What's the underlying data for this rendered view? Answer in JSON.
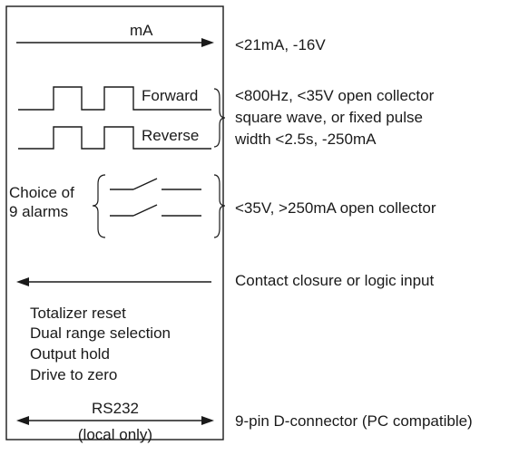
{
  "box": {
    "ma_label": "mA",
    "forward_label": "Forward",
    "reverse_label": "Reverse",
    "alarms_label_line1": "Choice of",
    "alarms_label_line2": "9 alarms",
    "inputs": [
      "Totalizer reset",
      "Dual range selection",
      "Output hold",
      "Drive to zero"
    ],
    "rs232_label": "RS232",
    "rs232_sub": "(local only)"
  },
  "specs": {
    "ma": "<21mA, -16V",
    "pulse_line1": "<800Hz, <35V open collector",
    "pulse_line2": "square wave, or fixed pulse",
    "pulse_line3": "width <2.5s, -250mA",
    "alarms": "<35V, >250mA open collector",
    "contact": "Contact closure or logic input",
    "rs232": "9-pin D-connector (PC compatible)"
  }
}
